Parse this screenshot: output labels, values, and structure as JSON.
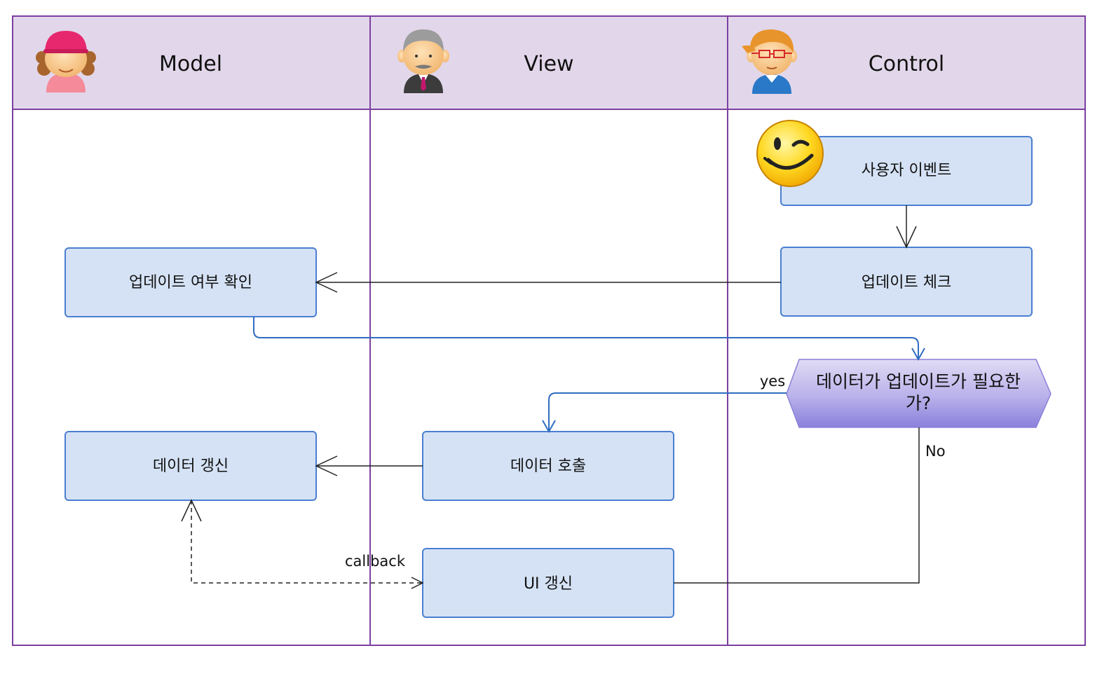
{
  "lanes": {
    "model": "Model",
    "view": "View",
    "control": "Control"
  },
  "boxes": {
    "user_event": "사용자 이벤트",
    "update_check": "업데이트 체크",
    "check_update": "업데이트 여부 확인",
    "decision_line1": "데이터가 업데이트가 필요한",
    "decision_line2": "가?",
    "data_call": "데이터 호출",
    "data_update": "데이터 갱신",
    "ui_update": "UI 갱신"
  },
  "labels": {
    "yes": "yes",
    "no": "No",
    "callback": "callback"
  },
  "icons": {
    "model": "woman-avatar-icon",
    "view": "old-man-avatar-icon",
    "control": "man-with-glasses-avatar-icon",
    "user": "winking-smiley-icon"
  },
  "colors": {
    "lane_border": "#7b3fa0",
    "lane_header": "#e2d7ea",
    "box_fill": "#d5e2f5",
    "box_border": "#4a7fd0",
    "flow_blue": "#2f6dc2",
    "decision_top": "#d9d3f2",
    "decision_bottom": "#8e84de"
  }
}
